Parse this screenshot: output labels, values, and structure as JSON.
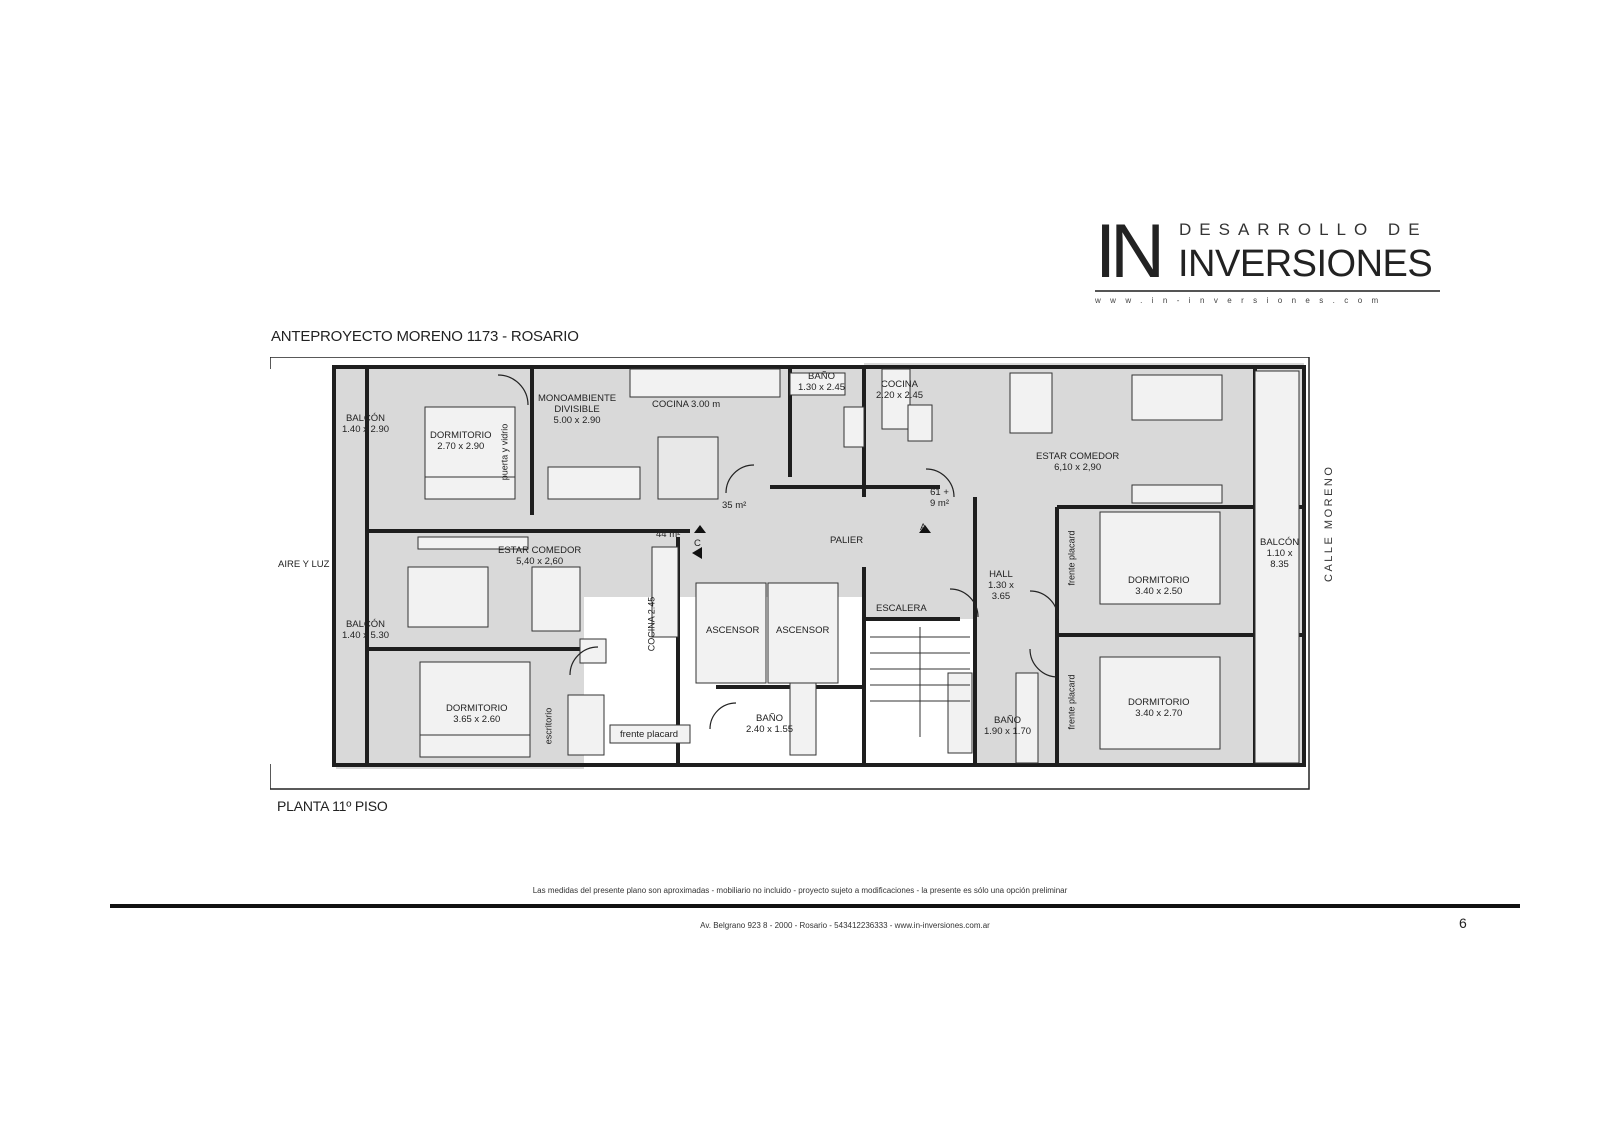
{
  "logo": {
    "mark": "IN",
    "top_line": "DESARROLLO DE",
    "main_line": "INVERSIONES",
    "url": "www.in-inversiones.com"
  },
  "title": "ANTEPROYECTO MORENO 1173 - ROSARIO",
  "subtitle": "PLANTA 11º PISO",
  "plan": {
    "labels": {
      "balcon_a": [
        "BALCÓN",
        "1.40 x 2.90"
      ],
      "dorm_a": [
        "DORMITORIO",
        "2.70 x 2.90"
      ],
      "puerta_vidrio": "puerta y vidrio",
      "monoambiente": [
        "MONOAMBIENTE",
        "DIVISIBLE",
        "5.00 x 2.90"
      ],
      "cocina_a": "COCINA 3.00 m",
      "bano_a": [
        "BAÑO",
        "1.30 x 2.45"
      ],
      "cocina_b": [
        "COCINA",
        "2.20 x 2.45"
      ],
      "estar_b": [
        "ESTAR COMEDOR",
        "6,10 x 2,90"
      ],
      "area_35": "35 m²",
      "area_61": [
        "61 +",
        "9 m²"
      ],
      "area_44": "44 m²",
      "palier": "PALIER",
      "aire_luz": "AIRE Y LUZ",
      "estar_c": [
        "ESTAR COMEDOR",
        "5,40 x 2,60"
      ],
      "balcon_c": [
        "BALCÓN",
        "1.40 x 5.30"
      ],
      "cocina_c": "COCINA 2.45",
      "ascensor_1": "ASCENSOR",
      "ascensor_2": "ASCENSOR",
      "escalera": "ESCALERA",
      "hall": [
        "HALL",
        "1.30 x",
        "3.65"
      ],
      "frente_placard_1": "frente placard",
      "dorm_b1": [
        "DORMITORIO",
        "3.40 x 2.50"
      ],
      "balcon_b": [
        "BALCÓN",
        "1.10 x",
        "8.35"
      ],
      "dorm_c": [
        "DORMITORIO",
        "3.65 x 2.60"
      ],
      "escritorio": "escritorio",
      "frente_placard_2": "frente placard",
      "bano_c": [
        "BAÑO",
        "2.40 x 1.55"
      ],
      "bano_b": [
        "BAÑO",
        "1.90 x 1.70"
      ],
      "frente_placard_3": "frente placard",
      "dorm_b2": [
        "DORMITORIO",
        "3.40 x 2.70"
      ],
      "marker_c": "C",
      "marker_a": "A"
    },
    "street": "CALLE MORENO"
  },
  "footer": {
    "disclaimer": "Las medidas del presente plano son aproximadas - mobiliario no incluido - proyecto sujeto a modificaciones - la presente es sólo una opción preliminar",
    "address": "Av. Belgrano 923 8 - 2000 - Rosario - 543412236333 - www.in-inversiones.com.ar",
    "page": "6"
  },
  "colors": {
    "fill": "#d7d7d7",
    "wall": "#1e1e1e",
    "text": "#222222"
  }
}
